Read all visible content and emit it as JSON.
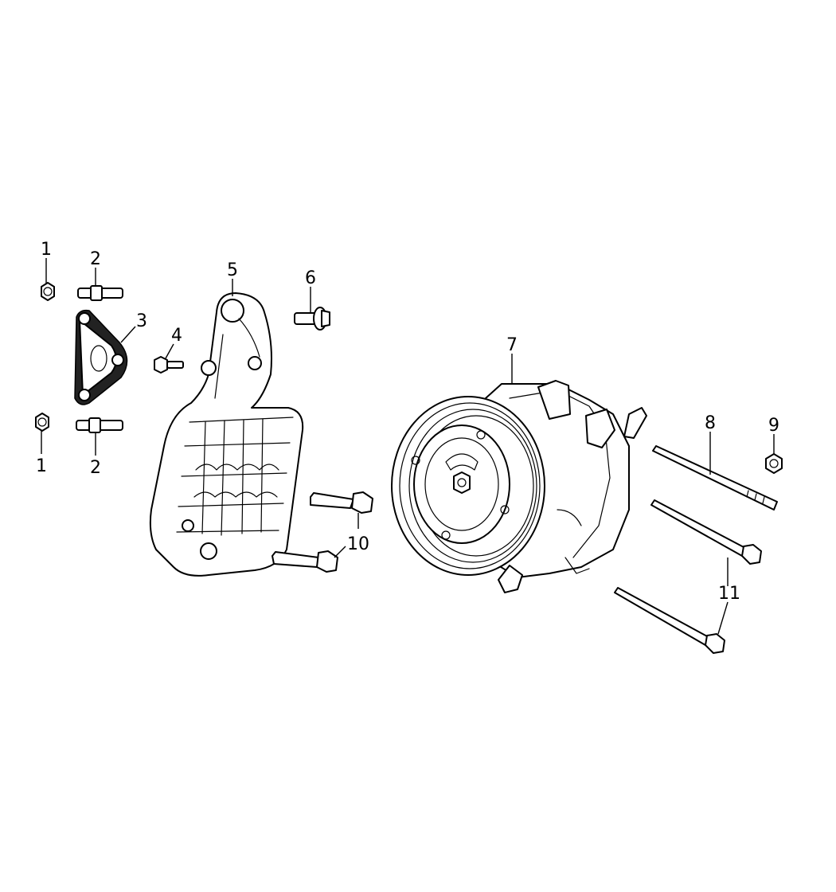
{
  "callouts": {
    "c1a": "1",
    "c1b": "1",
    "c2a": "2",
    "c2b": "2",
    "c3": "3",
    "c4": "4",
    "c5": "5",
    "c6": "6",
    "c7": "7",
    "c8": "8",
    "c9": "9",
    "c10": "10",
    "c11": "11"
  }
}
